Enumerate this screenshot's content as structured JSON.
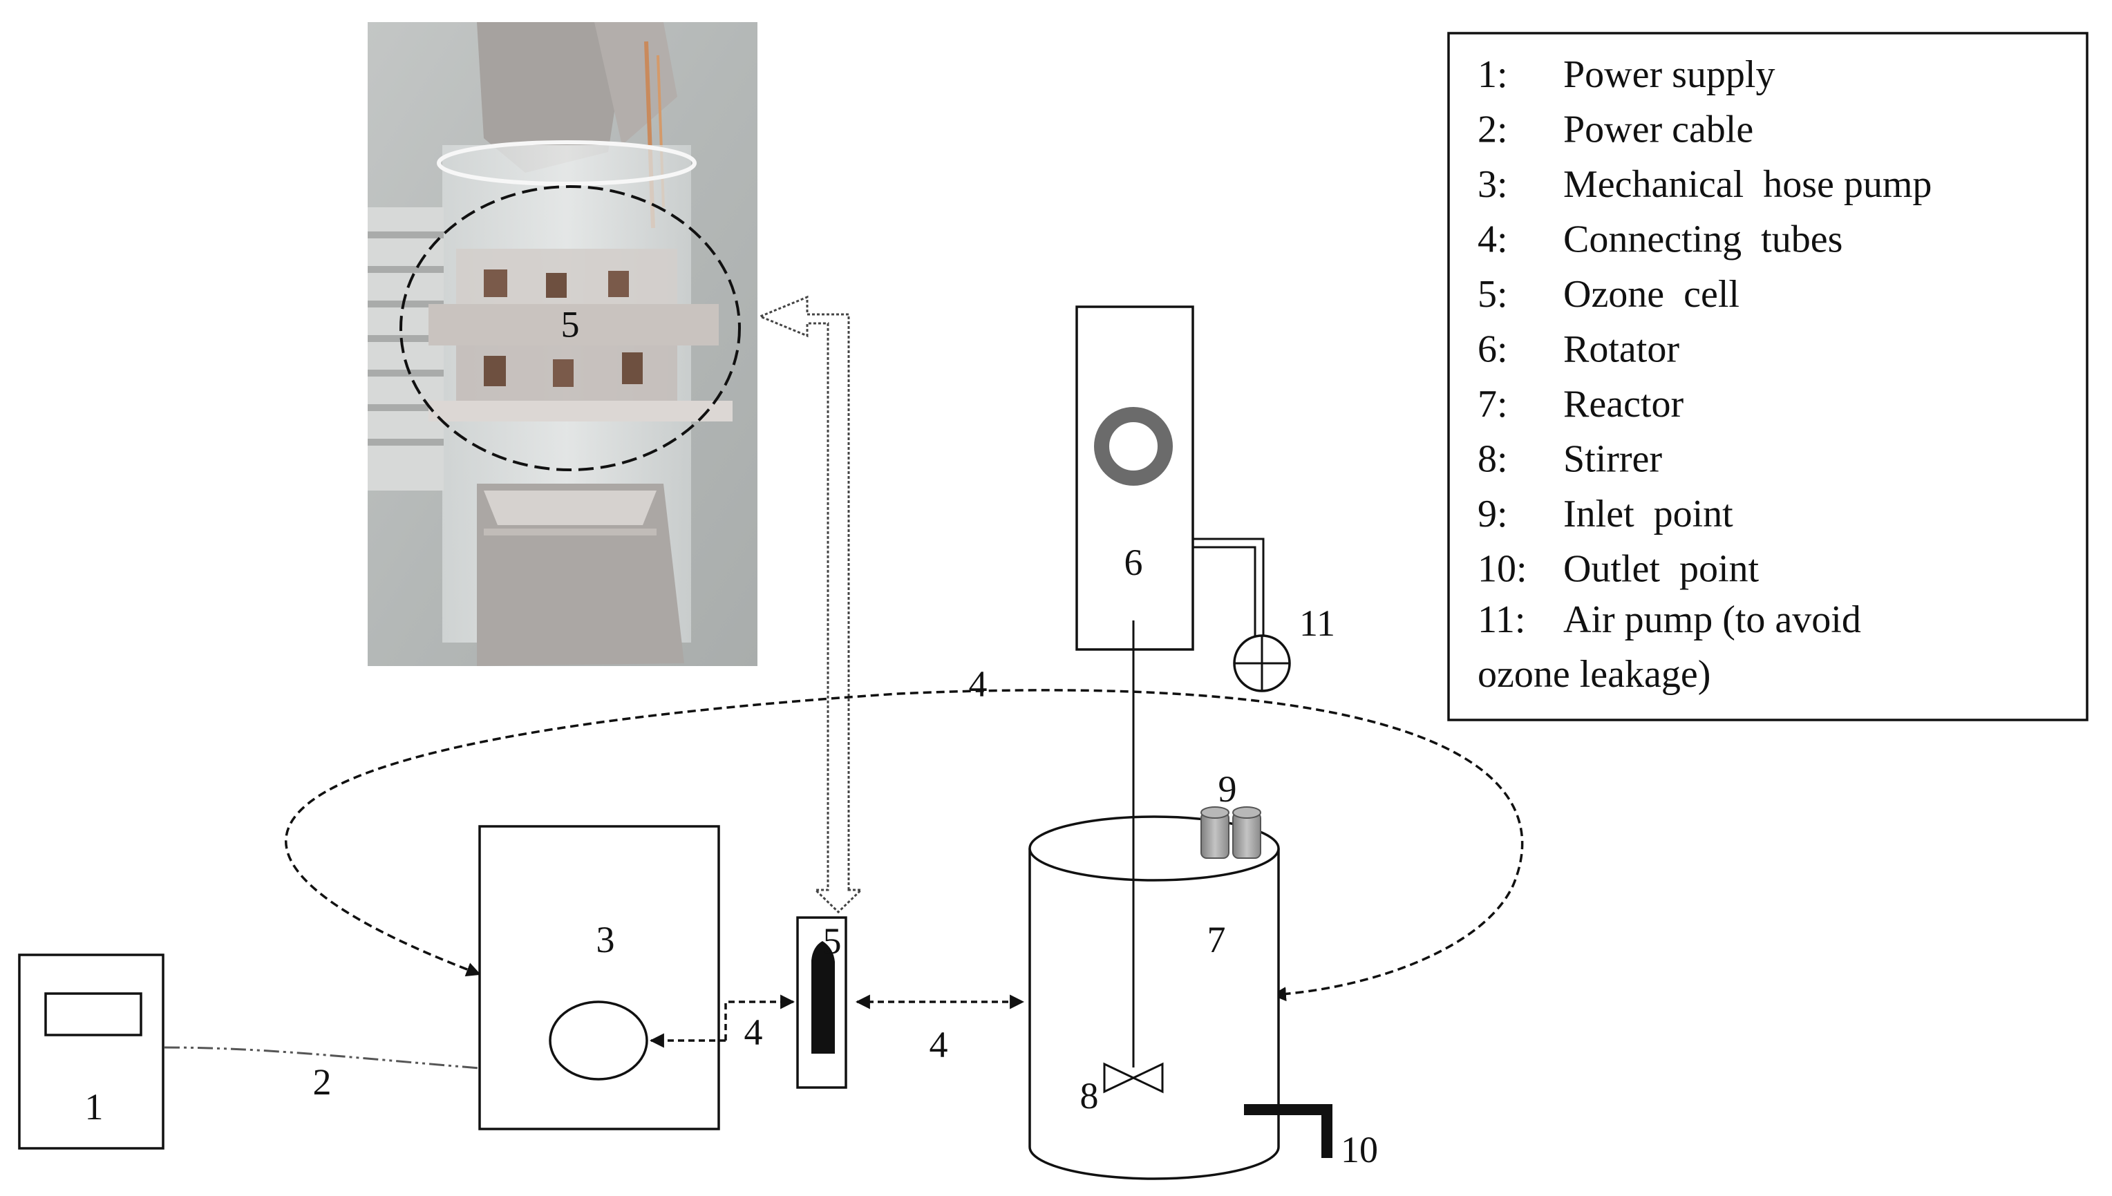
{
  "photo": {
    "label": "5",
    "colors": {
      "background": "#b9bdbd",
      "glass": "#e9ecec",
      "part": "#a7a29f",
      "copper": "#c98a5c"
    }
  },
  "components": {
    "power_supply": "1",
    "power_cable": "2",
    "pump": "3",
    "ozone_cell": "5",
    "rotator": "6",
    "reactor": "7",
    "stirrer": "8",
    "inlet": "9",
    "outlet": "10",
    "air_pump": "11"
  },
  "tubes": {
    "top_loop": "4",
    "pump_to_cell": "4",
    "cell_to_reactor": "4"
  },
  "legend": {
    "items": [
      {
        "num": "1:",
        "text": "Power supply"
      },
      {
        "num": "2:",
        "text": "Power cable"
      },
      {
        "num": "3:",
        "text": "Mechanical  hose pump"
      },
      {
        "num": "4:",
        "text": "Connecting  tubes"
      },
      {
        "num": "5:",
        "text": "Ozone  cell"
      },
      {
        "num": "6:",
        "text": "Rotator"
      },
      {
        "num": "7:",
        "text": "Reactor"
      },
      {
        "num": "8:",
        "text": "Stirrer"
      },
      {
        "num": "9:",
        "text": "Inlet  point"
      },
      {
        "num": "10:",
        "text": "Outlet  point"
      }
    ],
    "last_item": {
      "num": "11:",
      "line1": "Air pump (to avoid",
      "line2": "ozone leakage)"
    }
  },
  "colors": {
    "line": "#111111",
    "rotator_ring": "#6b6b6b",
    "inlet_caps": "#9a9a9a"
  }
}
